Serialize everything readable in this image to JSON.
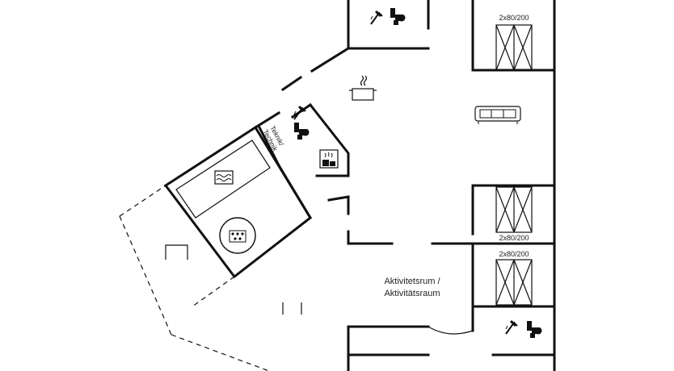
{
  "rooms": {
    "bed_top_label": "2x80/200",
    "bed_mid_label": "2x80/200",
    "bed_low_label": "2x80/200",
    "activity_line1": "Aktivitetsrum /",
    "activity_line2": "Aktivitätsraum",
    "technic_line1": "Teknik/",
    "technic_line2": "Technik"
  },
  "icons": [
    "shower-icon",
    "toilet-icon",
    "bed-icon",
    "kitchen-pot-icon",
    "sofa-icon",
    "sauna-icon",
    "pool-icon",
    "whirlpool-icon"
  ]
}
